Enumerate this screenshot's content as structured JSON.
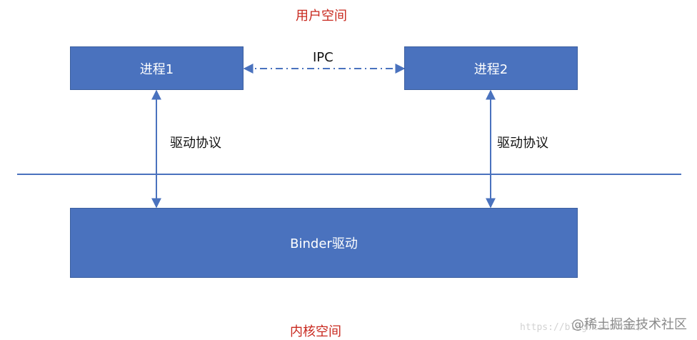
{
  "labels": {
    "user_space": "用户空间",
    "kernel_space": "内核空间",
    "ipc": "IPC",
    "driver_protocol_left": "驱动协议",
    "driver_protocol_right": "驱动协议"
  },
  "boxes": {
    "process1": "进程1",
    "process2": "进程2",
    "binder_driver": "Binder驱动"
  },
  "watermark": {
    "brand": "@稀土掘金技术社区",
    "url": "https://blog.csdn.net/"
  },
  "colors": {
    "box_fill": "#4a72be",
    "line": "#4a72be",
    "space_label": "#c8281e"
  }
}
